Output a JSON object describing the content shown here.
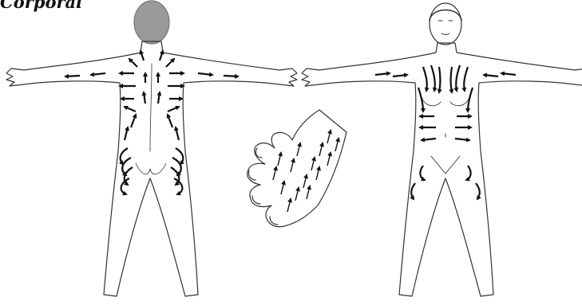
{
  "heading": {
    "text": "Corporal"
  },
  "figures": [
    {
      "view": "back",
      "arrow_zones": [
        "upper-back",
        "shoulders",
        "arms",
        "lower-back",
        "buttocks"
      ]
    },
    {
      "view": "hand",
      "arrow_zones": [
        "fingers",
        "back-of-hand"
      ]
    },
    {
      "view": "front",
      "arrow_zones": [
        "chest",
        "arms",
        "abdomen",
        "inner-thighs"
      ]
    }
  ],
  "colors": {
    "line": "#333333",
    "arrow": "#111111",
    "hair": "#9a9a9a"
  }
}
